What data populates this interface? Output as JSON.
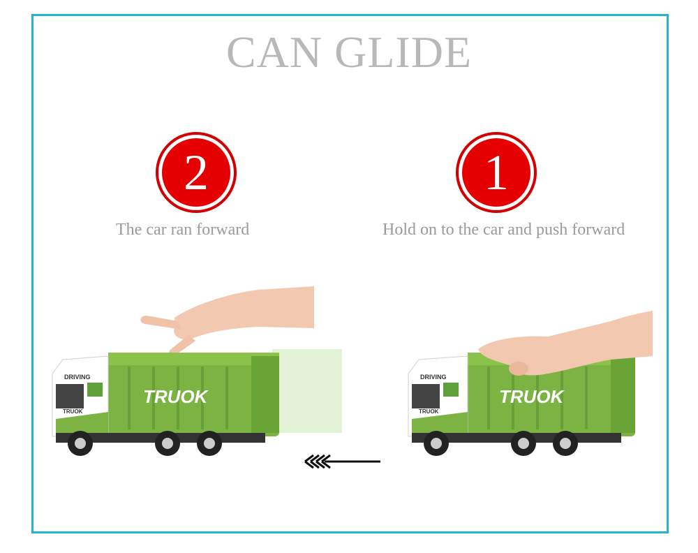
{
  "title": "CAN GLIDE",
  "steps": {
    "left": {
      "number": "2",
      "caption": "The car ran forward"
    },
    "right": {
      "number": "1",
      "caption": "Hold on to the car and push forward"
    }
  },
  "truck": {
    "driving_label": "DRIVING",
    "brand_label": "TRUOK",
    "cab_label": "TRUOK"
  },
  "colors": {
    "frame": "#1fb5d3",
    "badge": "#e40000",
    "truck_body": "#7cb342",
    "truck_cab": "#ffffff"
  },
  "arrow_icon": "direction-arrow-left-icon"
}
